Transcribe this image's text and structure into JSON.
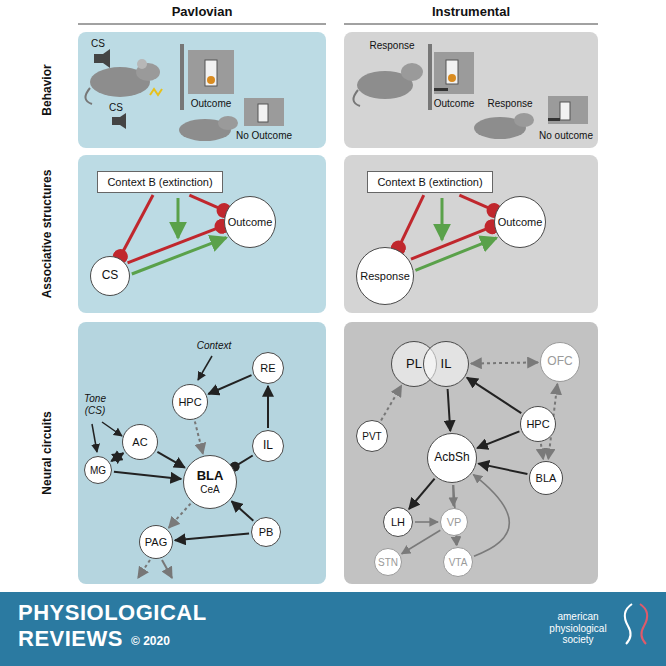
{
  "diagram": {
    "nodes": [
      {
        "text": [
          "Context B (extinction)"
        ]
      },
      {
        "text": [
          "CS"
        ]
      },
      {
        "text": [
          "Outcome"
        ]
      },
      {
        "text": [
          "Context B (extinction)"
        ]
      },
      {
        "text": [
          "Response"
        ]
      },
      {
        "text": [
          "Outcome"
        ]
      },
      {
        "text": [
          "HPC"
        ]
      },
      {
        "text": [
          "RE"
        ]
      },
      {
        "text": [
          "AC"
        ]
      },
      {
        "text": [
          "MG"
        ]
      },
      {
        "text": [
          "BLA",
          "CeA"
        ]
      },
      {
        "text": [
          "IL"
        ]
      },
      {
        "text": [
          "PAG"
        ]
      },
      {
        "text": [
          "PB"
        ]
      },
      {
        "text": [
          "PL"
        ]
      },
      {
        "text": [
          "IL"
        ]
      },
      {
        "text": [
          "OFC"
        ]
      },
      {
        "text": [
          "PVT"
        ]
      },
      {
        "text": [
          "HPC"
        ]
      },
      {
        "text": [
          "AcbSh"
        ]
      },
      {
        "text": [
          "BLA"
        ]
      },
      {
        "text": [
          "LH"
        ]
      },
      {
        "text": [
          "VP"
        ]
      },
      {
        "text": [
          "STN"
        ]
      },
      {
        "text": [
          "VTA"
        ]
      }
    ],
    "edges": [
      {
        "from": 0,
        "to": 1,
        "arrow": "to"
      },
      {
        "from": 0,
        "to": 2,
        "arrow": "to"
      },
      {
        "from": 1,
        "to": 2,
        "arrow": "to"
      },
      {
        "from": 1,
        "to": 2,
        "arrow": "to"
      },
      {
        "from": 3,
        "to": 4,
        "arrow": "to"
      },
      {
        "from": 3,
        "to": 5,
        "arrow": "to"
      },
      {
        "from": 4,
        "to": 5,
        "arrow": "to"
      },
      {
        "from": 4,
        "to": 5,
        "arrow": "to"
      },
      {
        "from": 7,
        "to": 6,
        "arrow": "to"
      },
      {
        "from": 11,
        "to": 7,
        "arrow": "to"
      },
      {
        "from": 6,
        "to": 10,
        "arrow": "to"
      },
      {
        "from": 11,
        "to": 10,
        "arrow": "to"
      },
      {
        "from": 8,
        "to": 10,
        "arrow": "to"
      },
      {
        "from": 9,
        "to": 10,
        "arrow": "to"
      },
      {
        "from": 9,
        "to": 8,
        "arrow": "both"
      },
      {
        "from": 10,
        "to": 12,
        "arrow": "to"
      },
      {
        "from": 13,
        "to": 10,
        "arrow": "to"
      },
      {
        "from": 13,
        "to": 12,
        "arrow": "to"
      },
      {
        "from": 15,
        "to": 19,
        "arrow": "to"
      },
      {
        "from": 17,
        "to": 14,
        "arrow": "to"
      },
      {
        "from": 18,
        "to": 15,
        "arrow": "to"
      },
      {
        "from": 18,
        "to": 19,
        "arrow": "to"
      },
      {
        "from": 18,
        "to": 20,
        "arrow": "to"
      },
      {
        "from": 20,
        "to": 19,
        "arrow": "to"
      },
      {
        "from": 16,
        "to": 15,
        "arrow": "both"
      },
      {
        "from": 16,
        "to": 20,
        "arrow": "both"
      },
      {
        "from": 19,
        "to": 21,
        "arrow": "to"
      },
      {
        "from": 19,
        "to": 22,
        "arrow": "to"
      },
      {
        "from": 19,
        "to": 24,
        "arrow": "to"
      },
      {
        "from": 21,
        "to": 22,
        "arrow": "to"
      },
      {
        "from": 22,
        "to": 23,
        "arrow": "to"
      },
      {
        "from": 22,
        "to": 24,
        "arrow": "to"
      },
      {
        "from": 24,
        "to": 19,
        "arrow": "to"
      }
    ],
    "labels": [
      "Pavlovian",
      "Instrumental",
      "Behavior",
      "Associative structures",
      "Neural circuits",
      "CS",
      "Outcome",
      "CS",
      "No Outcome",
      "Response",
      "Outcome",
      "Response",
      "No outcome",
      "Context",
      "Tone (CS)",
      "PHYSIOLOGICAL",
      "REVIEWS",
      "© 2020",
      "american physiological society"
    ]
  }
}
